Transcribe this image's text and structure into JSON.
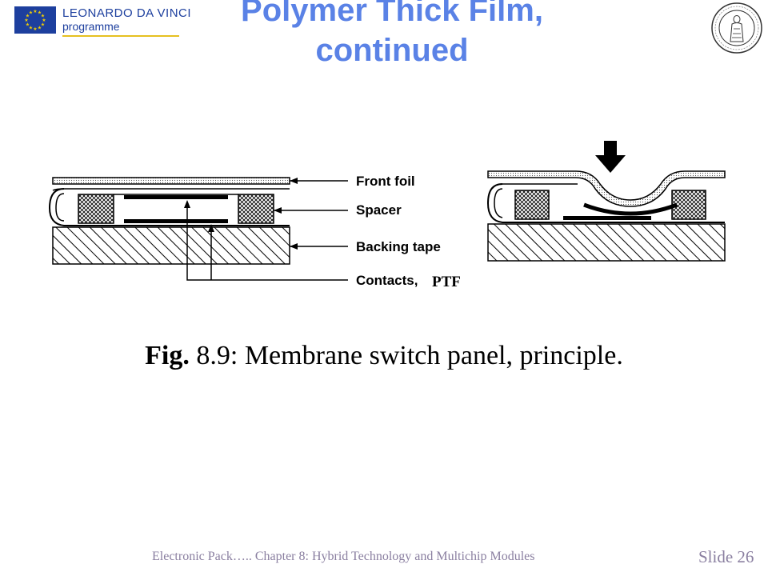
{
  "header": {
    "programme_line1": "LEONARDO DA VINCI",
    "programme_line2": "programme",
    "title_line1": "Polymer Thick Film,",
    "title_line2": "continued"
  },
  "figure": {
    "labels": {
      "front_foil": "Front foil",
      "spacer": "Spacer",
      "backing_tape": "Backing tape",
      "contacts": "Contacts,",
      "ptf": "PTF"
    }
  },
  "caption": {
    "prefix": "Fig.",
    "text": " 8.9: Membrane switch panel, principle."
  },
  "footer": {
    "text": "Electronic Pack…..  Chapter 8: Hybrid Technology and Multichip Modules",
    "slide": "Slide 26"
  },
  "colors": {
    "title": "#5a82e6",
    "footer": "#8a7fa0",
    "eu_flag": "#1d3f9e",
    "eu_stars": "#f4d000"
  },
  "icons": [
    "eu-flag-icon",
    "university-seal-icon",
    "press-arrow-icon"
  ]
}
